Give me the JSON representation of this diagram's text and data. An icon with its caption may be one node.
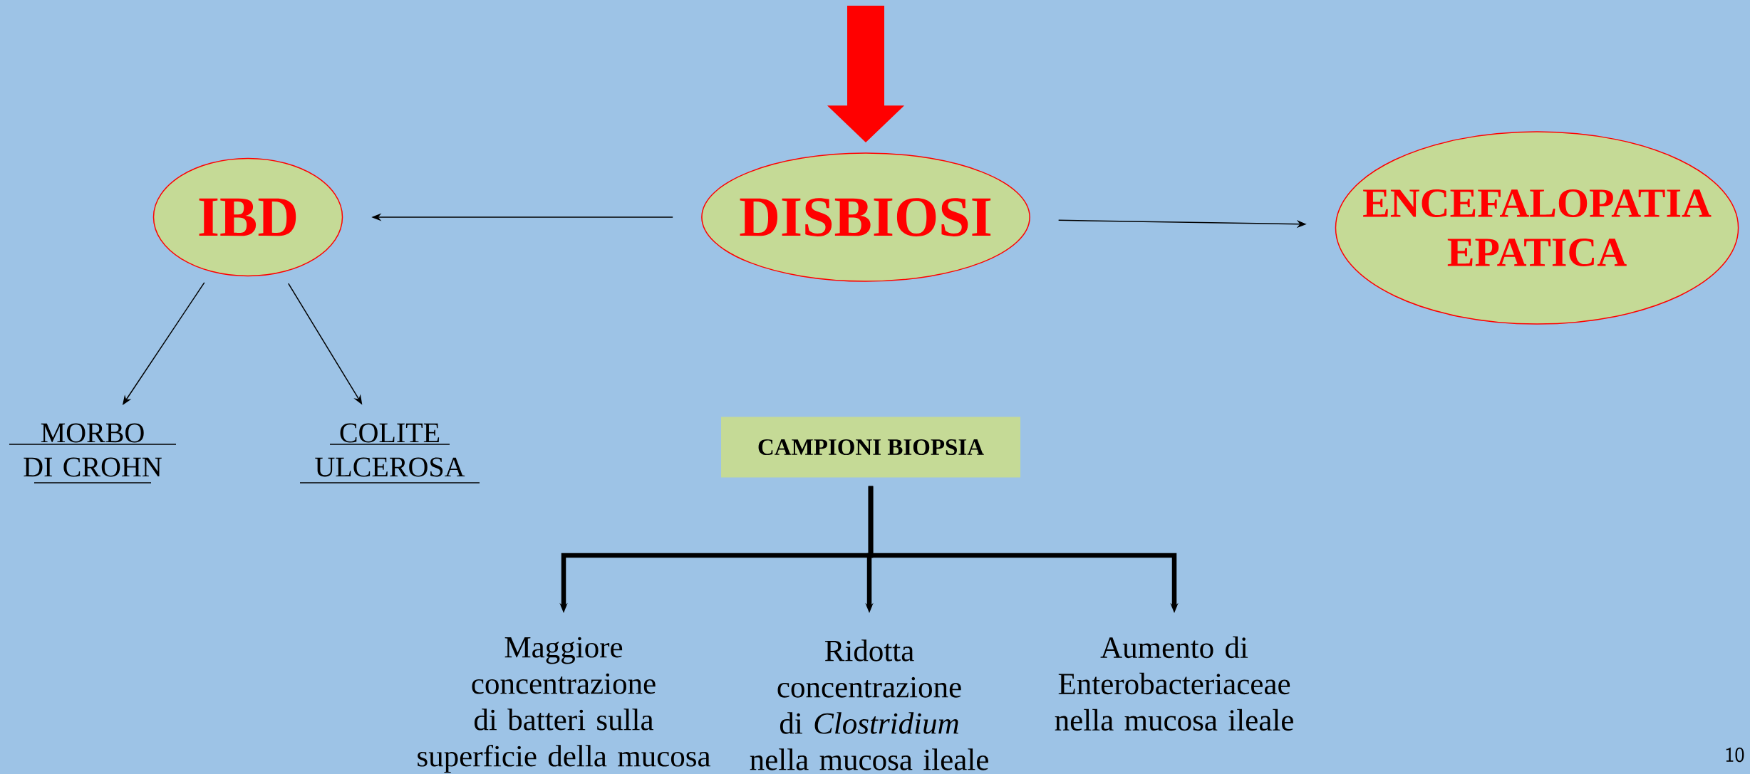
{
  "diagram": {
    "nodes": [
      {
        "text": [
          "IBD"
        ]
      },
      {
        "text": [
          "DISBIOSI"
        ]
      },
      {
        "text": [
          "ENCEFALOPATIA EPATICA"
        ]
      },
      {
        "text": [
          "MORBO DI CROHN"
        ]
      },
      {
        "text": [
          "COLITE ULCEROSA"
        ]
      },
      {
        "text": [
          "CAMPIONI BIOPSIA"
        ]
      },
      {
        "text": [
          "Maggiore concentrazione di batteri sulla superficie della mucosa"
        ]
      },
      {
        "text": [
          "Ridotta concentrazione di *Clostridium* nella mucosa ileale"
        ]
      },
      {
        "text": [
          "Aumento di Enterobacteriaceae nella mucosa ileale"
        ]
      }
    ],
    "edges": [
      {
        "from": null,
        "to": 1,
        "arrow": "to",
        "style": "thick",
        "color": "#ff0000"
      },
      {
        "from": 1,
        "to": 0,
        "arrow": "to"
      },
      {
        "from": 1,
        "to": 2,
        "arrow": "to"
      },
      {
        "from": 0,
        "to": 3,
        "arrow": "to"
      },
      {
        "from": 0,
        "to": 4,
        "arrow": "to"
      },
      {
        "from": 5,
        "to": 6,
        "arrow": "to",
        "style": "thick"
      },
      {
        "from": 5,
        "to": 7,
        "arrow": "to",
        "style": "thick"
      },
      {
        "from": 5,
        "to": 8,
        "arrow": "to",
        "style": "thick"
      }
    ],
    "labels": [
      "10"
    ]
  }
}
